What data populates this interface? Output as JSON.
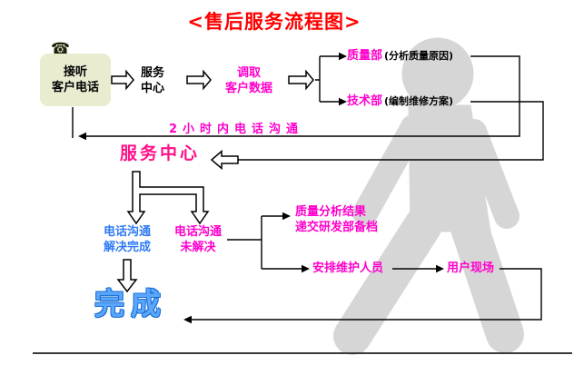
{
  "title": "<售后服务流程图>",
  "colors": {
    "title_red": "#ff0000",
    "magenta": "#ff00cc",
    "service_center2_pink": "#ff1188",
    "resolved_blue": "#2f7bf5",
    "done_blue": "#5aa7ff",
    "box_bg": "#e9eccf",
    "silhouette_gray": "#d6d6d6"
  },
  "icons": {
    "phone": "☎"
  },
  "flow": {
    "answer_call": "接听\n客户电话",
    "service_center_1": "服务\n中心",
    "retrieve_data": "调取\n客户数据",
    "quality_dept": "质量部",
    "quality_note": "(分析质量原因)",
    "tech_dept": "技术部",
    "tech_note": "(编制维修方案)",
    "feedback_label": "2小时内电话沟通",
    "service_center_2": "服务中心",
    "resolved": "电话沟通\n解决完成",
    "unresolved": "电话沟通\n未解决",
    "quality_result": "质量分析结果\n递交研发部备档",
    "arrange_staff": "安排维护人员",
    "user_site": "用户现场",
    "done": "完成"
  }
}
